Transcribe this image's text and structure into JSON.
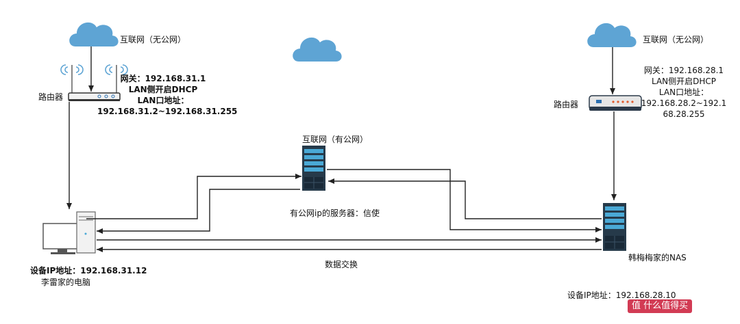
{
  "labels": {
    "internet_left": "互联网（无公网）",
    "internet_right": "互联网（无公网）",
    "internet_public": "互联网（有公网）",
    "router_left": "路由器",
    "router_right": "路由器",
    "router_left_info": "网关：192.168.31.1\nLAN侧开启DHCP\nLAN口地址：\n192.168.31.2~192.168.31.255",
    "router_right_info": "网关：192.168.28.1\nLAN侧开启DHCP\nLAN口地址：\n192.168.28.2~192.1\n68.28.255",
    "server_caption": "有公网ip的服务器：信使",
    "pc_ip": "设备IP地址：192.168.31.12",
    "pc_name": "李雷家的电脑",
    "nas_name": "韩梅梅家的NAS",
    "data_exchange": "数据交换",
    "nas_ip": "设备IP地址：192.168.28.10",
    "watermark": "值 什么值得买"
  },
  "colors": {
    "cloud": "#5ea4d4",
    "line": "#222222",
    "server_dark": "#263a4a",
    "server_light": "#4aa9d6",
    "router_body": "#e6e6e6",
    "router_bar": "#2b3a4a",
    "pc_screen": "#ffffff",
    "watermark_bg": "#c8102e"
  }
}
